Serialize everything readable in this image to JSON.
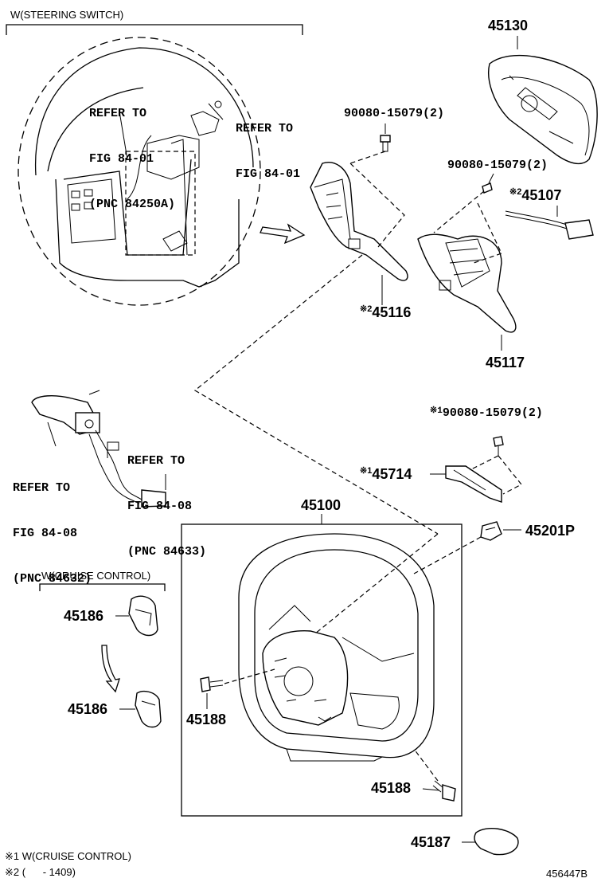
{
  "headers": {
    "steering_switch": "W(STEERING SWITCH)",
    "cruise_control": "W(CRUISE CONTROL)"
  },
  "refs": {
    "fig8401_a_line1": "REFER TO",
    "fig8401_a_line2": "FIG 84-01",
    "fig8401_a_line3": "(PNC 84250A)",
    "fig8401_b_line1": "REFER TO",
    "fig8401_b_line2": "FIG 84-01",
    "fig8408_a_line1": "REFER TO",
    "fig8408_a_line2": "FIG 84-08",
    "fig8408_a_line3": "(PNC 84633)",
    "fig8408_b_line1": "REFER TO",
    "fig8408_b_line2": "FIG 84-08",
    "fig8408_b_line3": "(PNC 84632)"
  },
  "parts": {
    "p45130": "45130",
    "p90080_a": "90080-15079(2)",
    "p90080_b": "90080-15079(2)",
    "p45107": "45107",
    "p45116": "45116",
    "p45117": "45117",
    "p90080_c": "90080-15079(2)",
    "p45714": "45714",
    "p45100": "45100",
    "p45201p": "45201P",
    "p45186_a": "45186",
    "p45186_b": "45186",
    "p45188_a": "45188",
    "p45188_b": "45188",
    "p45187": "45187"
  },
  "marks": {
    "m1": "※1",
    "m2": "※2"
  },
  "notes": {
    "note1": "※1 W(CRUISE CONTROL)",
    "note2": "※2 (      - 1409)"
  },
  "footer": {
    "illustration_no": "456447B"
  }
}
